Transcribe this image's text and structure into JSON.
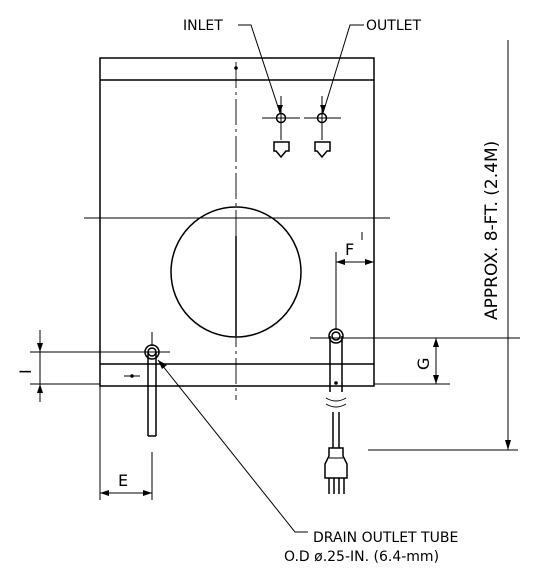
{
  "labels": {
    "inlet": "INLET",
    "outlet": "OUTLET",
    "height_note": "APPROX. 8-FT. (2.4M)",
    "dim_f": "F",
    "dim_g": "G",
    "dim_e": "E",
    "dim_i": "I",
    "drain_line1": "DRAIN OUTLET TUBE",
    "drain_line2": "O.D ø.25-IN. (6.4-mm)"
  }
}
